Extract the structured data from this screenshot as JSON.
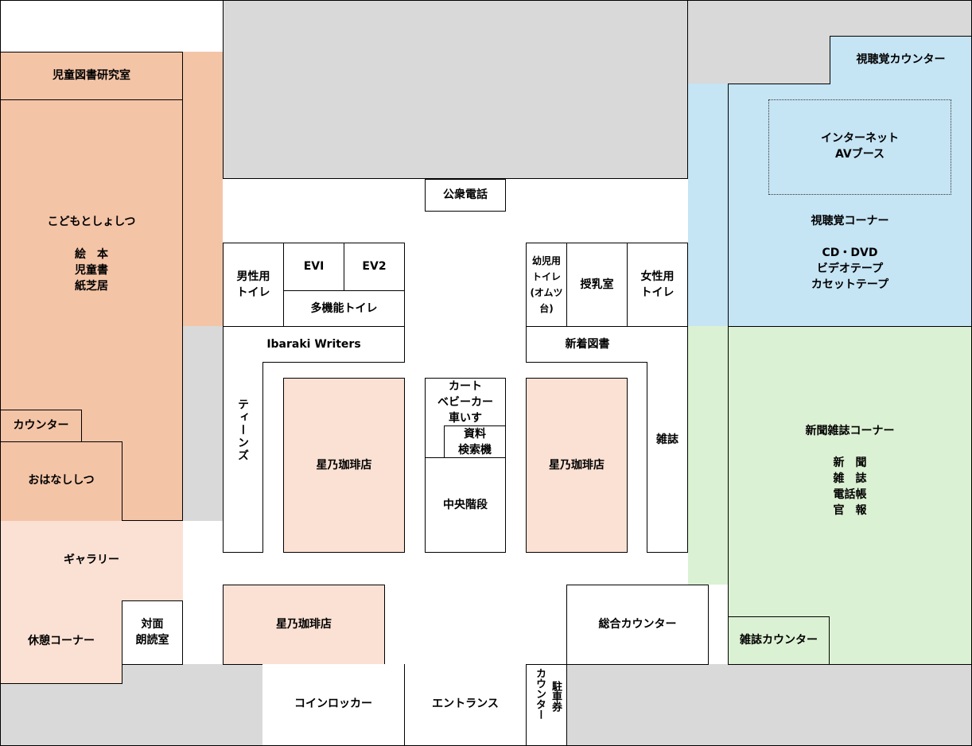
{
  "rooms": {
    "children_research": "児童図書研究室",
    "kids_room": "こどもとしょしつ",
    "kids_items": "絵　本\n児童書\n紙芝居",
    "kids_counter": "カウンター",
    "story_room": "おはなししつ",
    "gallery": "ギャラリー",
    "rest_corner": "休憩コーナー",
    "reading_room": "対面\n朗読室",
    "public_phone": "公衆電話",
    "mens_toilet": "男性用\nトイレ",
    "ev1": "EVⅠ",
    "ev2": "EV2",
    "multi_toilet": "多機能トイレ",
    "ibaraki_writers": "Ibaraki Writers",
    "teens": "ティーンズ",
    "cafe": "星乃珈琲店",
    "cart": "カート\nベビーカー\n車いす",
    "search_terminal": "資料\n検索機",
    "central_stairs": "中央階段",
    "infant_toilet": "幼児用\nトイレ\n(オムツ\n台)",
    "nursing_room": "授乳室",
    "womens_toilet": "女性用\nトイレ",
    "new_books": "新着図書",
    "magazines": "雑誌",
    "general_counter": "総合カウンター",
    "coin_locker": "コインロッカー",
    "entrance": "エントランス",
    "parking_counter_a": "駐車券",
    "parking_counter_b": "カウンター",
    "av_counter": "視聴覚カウンター",
    "internet_av": "インターネット\nAVブース",
    "av_corner": "視聴覚コーナー",
    "av_items": "CD・DVD\nビデオテープ\nカセットテープ",
    "newspaper_corner": "新聞雑誌コーナー",
    "newspaper_items": "新　聞\n雑　誌\n電話帳\n官　報",
    "magazine_counter": "雑誌カウンター"
  },
  "colors": {
    "gray": "#d9d9d9",
    "peach": "#f4c4a7",
    "light_peach": "#fbe1d3",
    "blue": "#c5e4f4",
    "green": "#dbf1d3"
  }
}
